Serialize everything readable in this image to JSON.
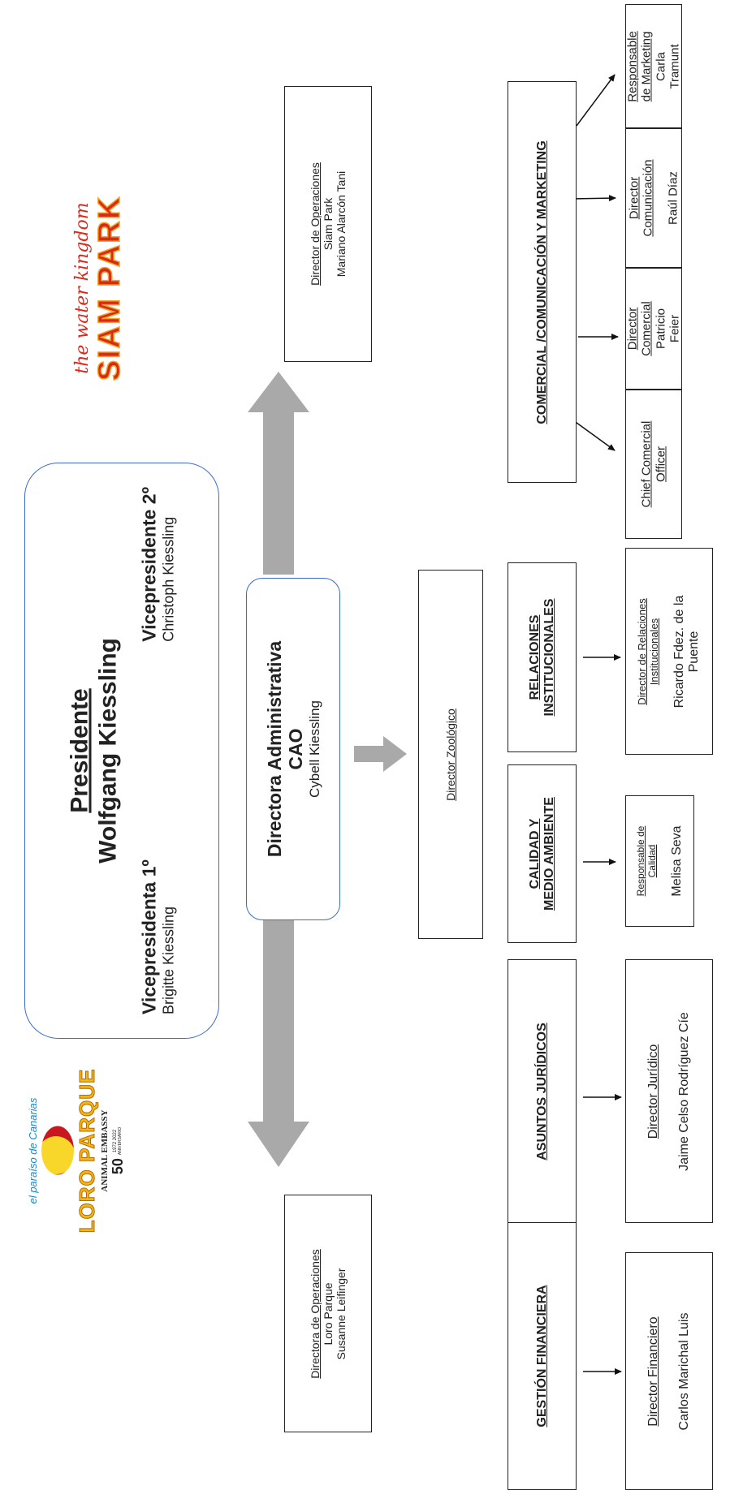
{
  "president": {
    "title": "Presidente",
    "name": "Wolfgang Kiessling",
    "vp1_title": "Vicepresidenta 1º",
    "vp1_name": "Brigitte Kiessling",
    "vp2_title": "Vicepresidente 2º",
    "vp2_name": "Christoph Kiessling"
  },
  "cao": {
    "title": "Directora Administrativa",
    "subtitle": "CAO",
    "name": "Cybell Kiessling"
  },
  "siam_ops": {
    "title": "Director de Operaciones",
    "place": "Siam Park",
    "name": "Mariano Alarcón Tani"
  },
  "loro_ops": {
    "title": "Directora de Operaciones",
    "place": "Loro Parque",
    "name": "Susanne Leifinger"
  },
  "zoo": {
    "title": "Director Zoológico"
  },
  "logos": {
    "loro": {
      "line1": "el paraíso de Canarias",
      "line2": "LORO PARQUE",
      "line3": "ANIMAL EMBASSY",
      "line4": "50",
      "line5": "1972 2022",
      "line6": "ANIVERSARIO"
    },
    "siam": {
      "line1": "the water kingdom",
      "line2": "SIAM PARK"
    }
  },
  "departments": {
    "finance": {
      "label": "GESTIÓN FINANCIERA",
      "role": "Director Financiero",
      "name": "Carlos Marichal Luis"
    },
    "legal": {
      "label": "ASUNTOS JURÍDICOS",
      "role": "Director Jurídico",
      "name": "Jaime Celso Rodríguez Cíe"
    },
    "quality": {
      "label1": "CALIDAD Y",
      "label2": "MEDIO AMBIENTE",
      "role1": "Responsable de",
      "role2": "Calidad",
      "name": "Melisa Seva"
    },
    "relations": {
      "label1": "RELACIONES",
      "label2": "INSTITUCIONALES",
      "role1": "Director de Relaciones",
      "role2": "Institucionales",
      "name1": "Ricardo Fdez. de la",
      "name2": "Puente"
    },
    "commercial": {
      "label": "COMERCIAL /COMUNICACIÓN Y MARKETING",
      "cco_1": "Chief Comercial",
      "cco_2": "Officer",
      "dc_1": "Director",
      "dc_2": "Comercial",
      "dc_name1": "Patricio",
      "dc_name2": "Feier",
      "dcom_1": "Director",
      "dcom_2": "Comunicación",
      "dcom_name": "Raúl Díaz",
      "mk_1": "Responsable",
      "mk_2": "de Marketing",
      "mk_name1": "Carla",
      "mk_name2": "Tramunt"
    }
  }
}
